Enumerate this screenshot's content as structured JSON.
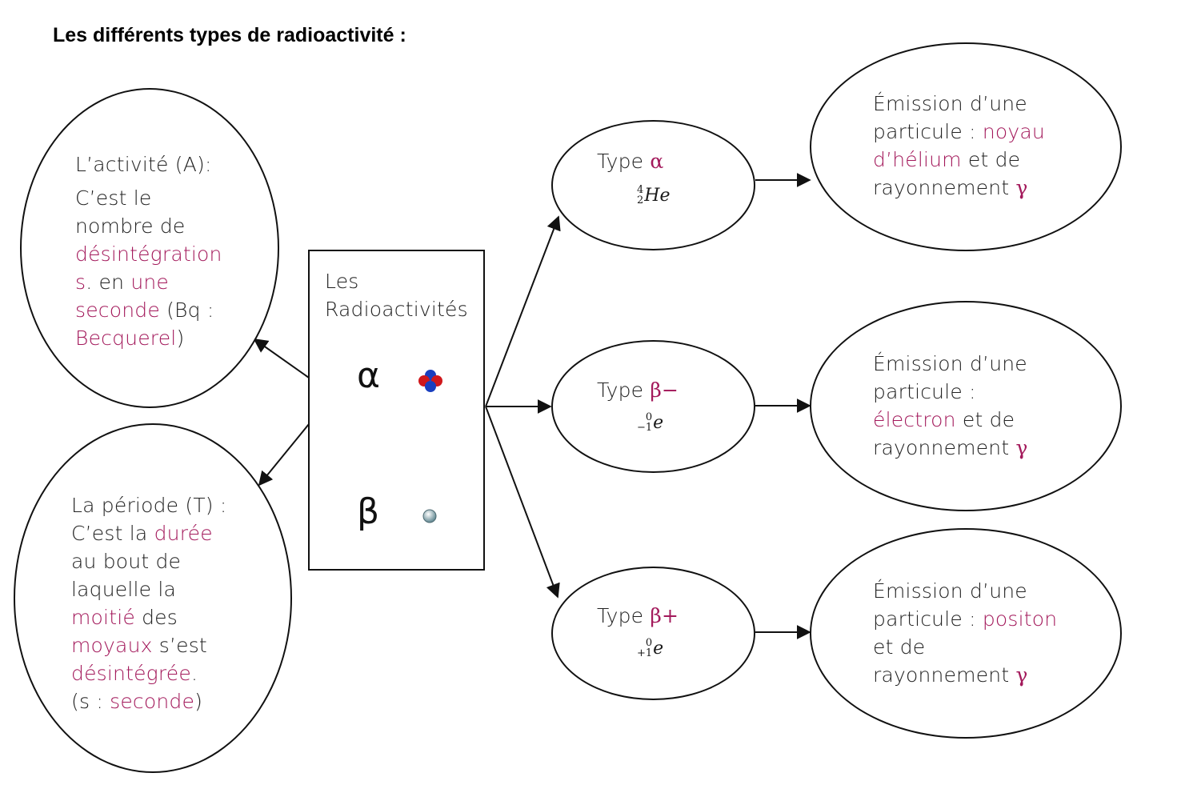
{
  "title": "Les différents types de radioactivité :",
  "center": {
    "label_1": "Les",
    "label_2": "Radioactivités",
    "alpha_symbol": "α",
    "beta_symbol": "β",
    "alpha_icon": "helium-nucleus-icon",
    "beta_icon": "electron-particle-icon"
  },
  "activity": {
    "l1": "L’activité (A):",
    "l2": "C’est le",
    "l3": "nombre de",
    "l4": "désintégration",
    "l5a": "s",
    "l5b": ". en ",
    "l5c": "une",
    "l6a": "seconde",
    "l6b": " (Bq :",
    "l7a": "Becquerel",
    "l7b": ")"
  },
  "period": {
    "l1": "La période (T) :",
    "l2a": "C’est la ",
    "l2b": "durée",
    "l3": "au bout de",
    "l4": "laquelle la",
    "l5a": "moitié",
    "l5b": " des",
    "l6a": "moyaux",
    "l6b": " s’est",
    "l7a": "désintégrée",
    "l7b": ".",
    "l8a": "(s : ",
    "l8b": "seconde",
    "l8c": ")"
  },
  "types": [
    {
      "label": "Type ",
      "greek": "α",
      "top": "4",
      "bottom": "2",
      "symbol": "He"
    },
    {
      "label": "Type ",
      "greek": "β−",
      "top": "0",
      "bottom": "−1",
      "symbol": "e"
    },
    {
      "label": "Type ",
      "greek": "β+",
      "top": "0",
      "bottom": "+1",
      "symbol": "e"
    }
  ],
  "emissions": [
    {
      "l1": "Émission d’une",
      "l2a": "particule : ",
      "l2b": "noyau",
      "l3a": "d’hélium",
      "l3b": " et de",
      "l4": "rayonnement ",
      "gamma": "γ"
    },
    {
      "l1": "Émission d’une",
      "l2a": "particule :",
      "l3a": "électron",
      "l3b": " et de",
      "l4": "rayonnement ",
      "gamma": "γ"
    },
    {
      "l1": "Émission d’une",
      "l2a": "particule : ",
      "l2b": "positon",
      "l3": "et de",
      "l4": "rayonnement ",
      "gamma": "γ"
    }
  ],
  "colors": {
    "accent": "#a3195b",
    "stroke": "#111111"
  }
}
